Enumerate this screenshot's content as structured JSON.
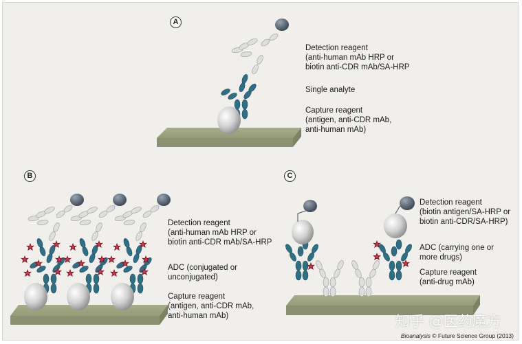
{
  "panels": {
    "a": {
      "letter": "A",
      "detection": "Detection reagent\n(anti-human mAb HRP or\nbiotin anti-CDR mAb/SA-HRP",
      "analyte": "Single analyte",
      "capture": "Capture reagent\n(antigen, anti-CDR mAb,\nanti-human mAb)"
    },
    "b": {
      "letter": "B",
      "detection": "Detection reagent\n(anti-human mAb HRP or\nbiotin anti-CDR mAb/SA-HRP",
      "adc": "ADC (conjugated or\nunconjugated)",
      "capture": "Capture reagent\n(antigen, anti-CDR mAb,\nanti-human mAb)"
    },
    "c": {
      "letter": "C",
      "detection": "Detection reagent\n(biotin antigen/SA-HRP or\nbiotin anti-CDR/SA-HRP)",
      "adc": "ADC (carrying one or\nmore drugs)",
      "capture": "Capture reagent\n(anti-drug mAb)"
    }
  },
  "credit": {
    "journal": "Bioanalysis",
    "rest": " © Future Science Group (2013)"
  },
  "watermark": "知乎 @医药魔方",
  "colors": {
    "plate": "#9aa17c",
    "teal": "#2f6f86",
    "light": "#d4d4d4",
    "drug": "#8b1a2a",
    "enzyme": "#5f6a78"
  }
}
